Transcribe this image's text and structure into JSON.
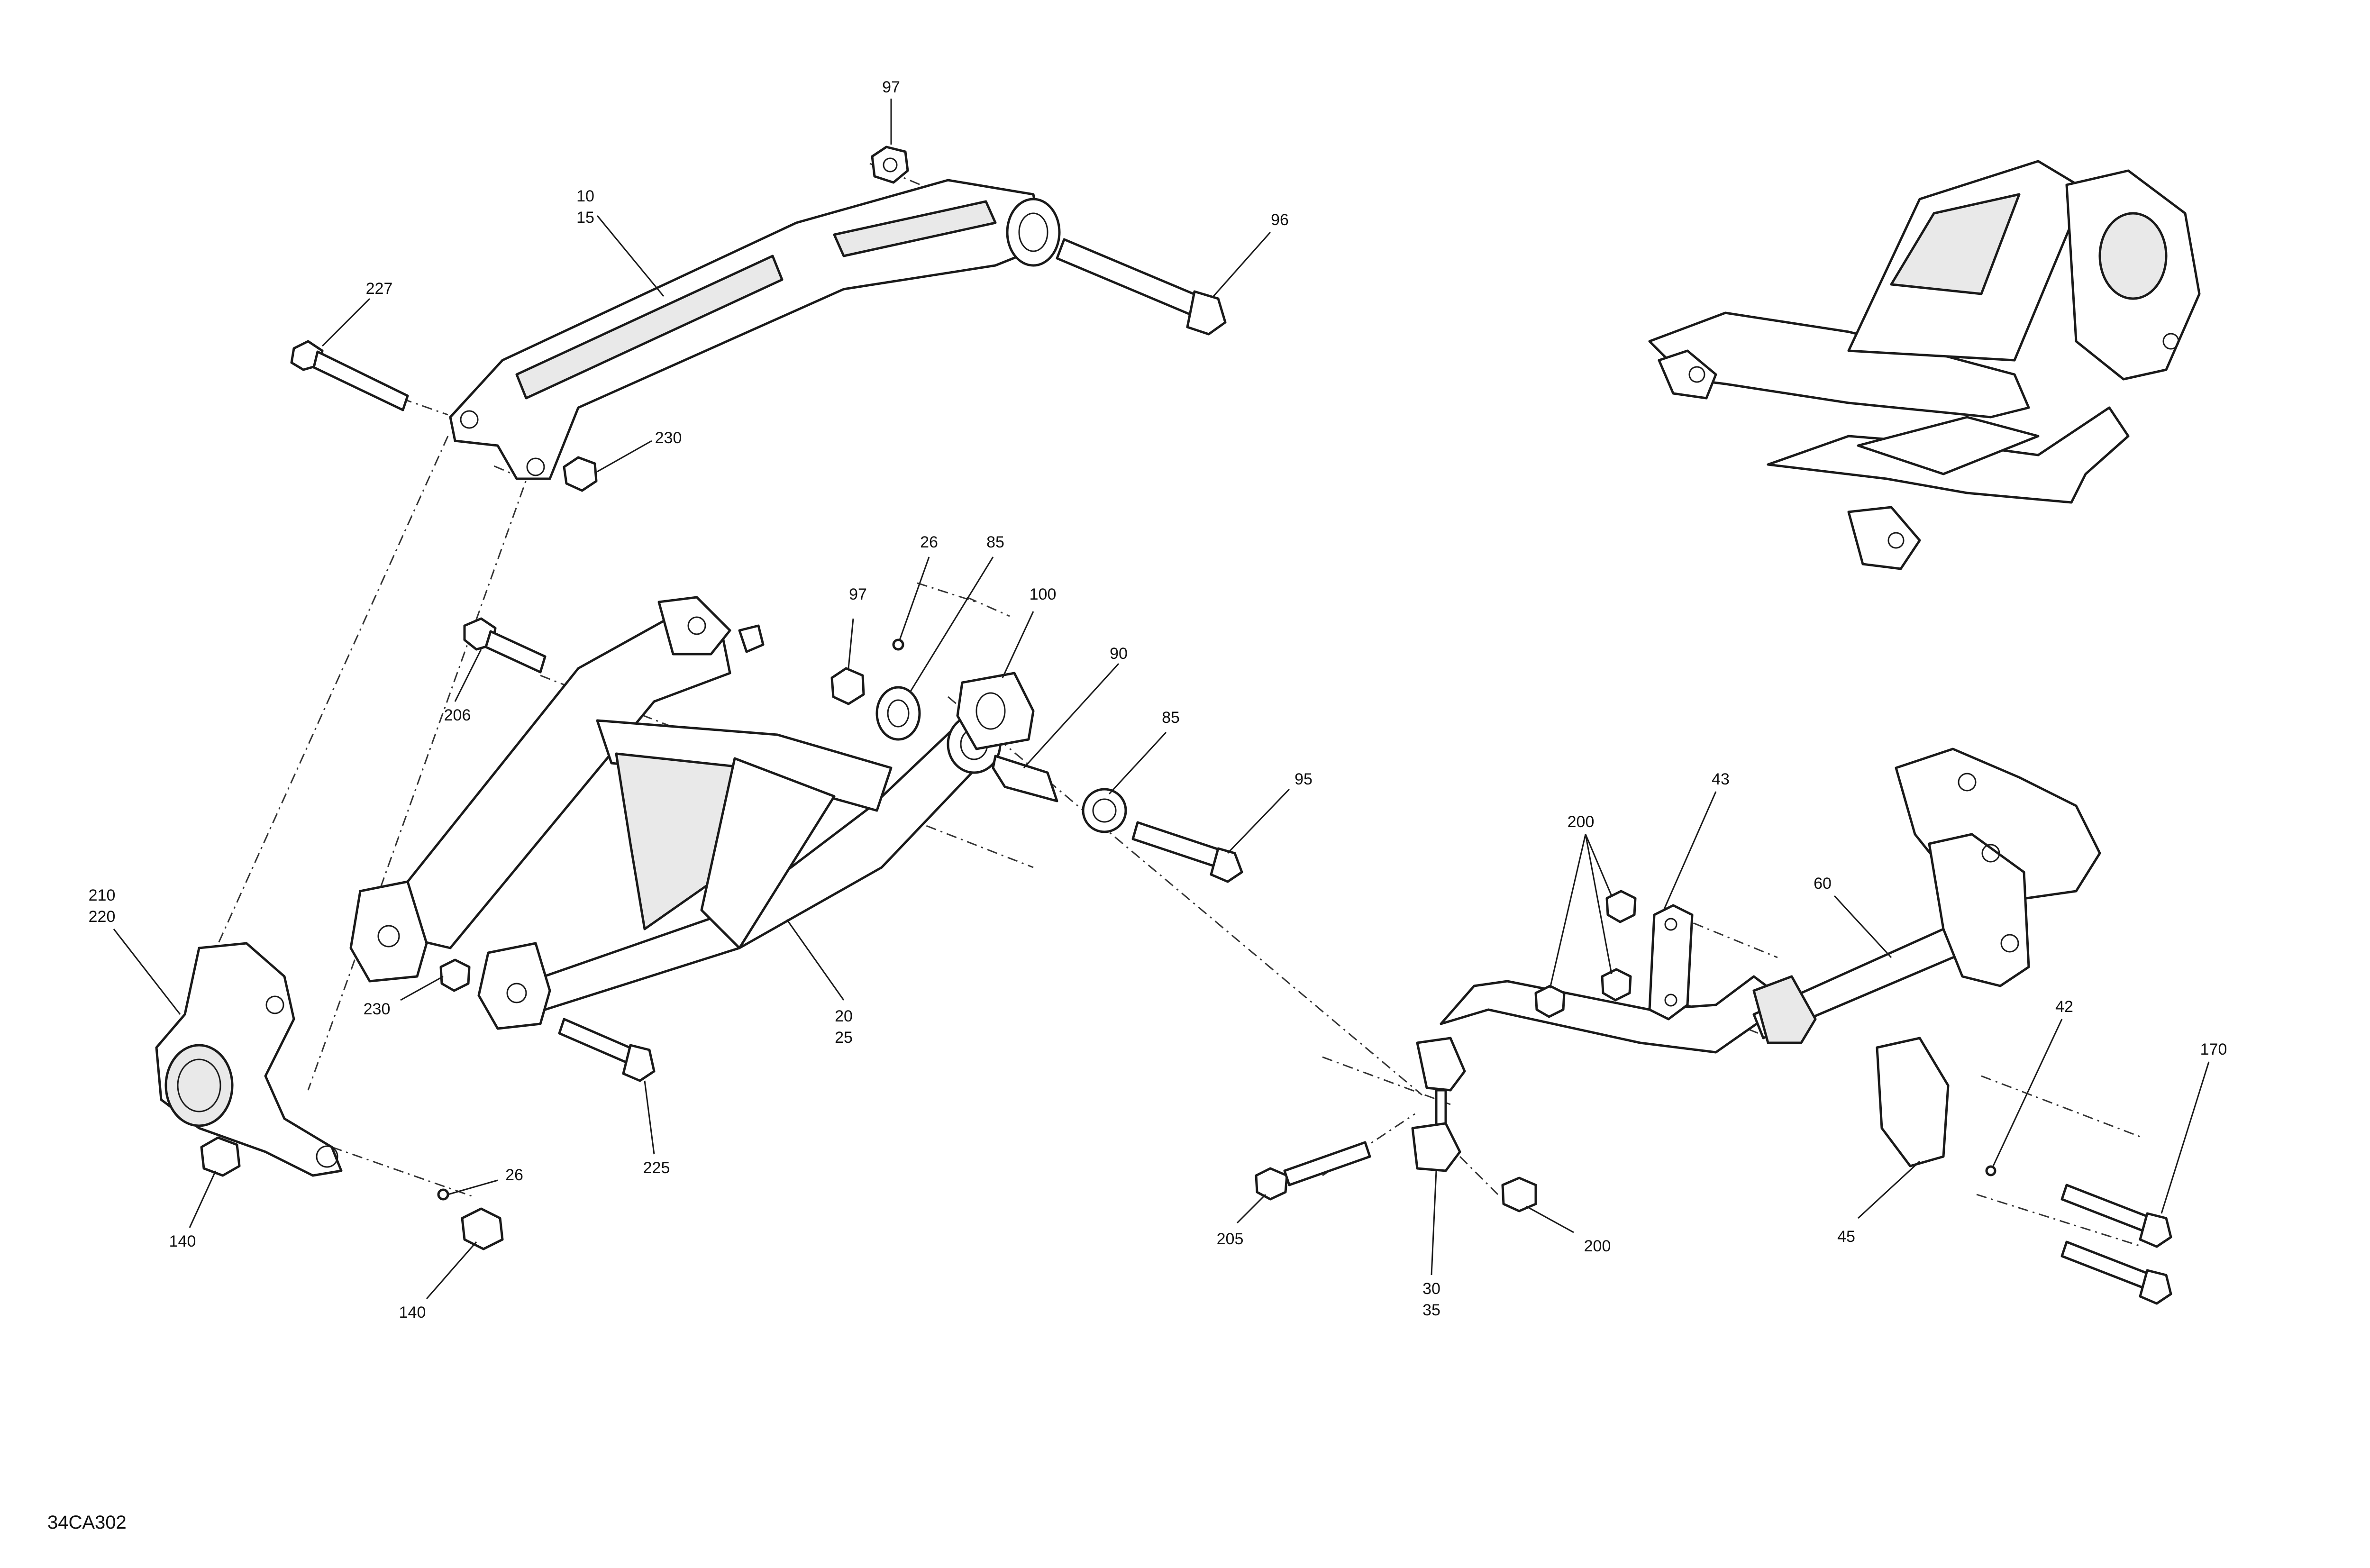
{
  "diagram_code": "34CA302",
  "callouts": {
    "c97_top": "97",
    "c10_15": [
      "10",
      "15"
    ],
    "c96": "96",
    "c227": "227",
    "c230_top": "230",
    "c26_mid": "26",
    "c85_top": "85",
    "c97_mid": "97",
    "c100": "100",
    "c90": "90",
    "c85_mid": "85",
    "c95": "95",
    "c206": "206",
    "c20_25": [
      "20",
      "25"
    ],
    "c210_220": [
      "210",
      "220"
    ],
    "c230_low": "230",
    "c225": "225",
    "c26_low": "26",
    "c140_left": "140",
    "c140_low": "140",
    "c200_top": "200",
    "c43": "43",
    "c60": "60",
    "c42": "42",
    "c170": "170",
    "c205": "205",
    "c30_35": [
      "30",
      "35"
    ],
    "c200_low": "200",
    "c45": "45"
  }
}
